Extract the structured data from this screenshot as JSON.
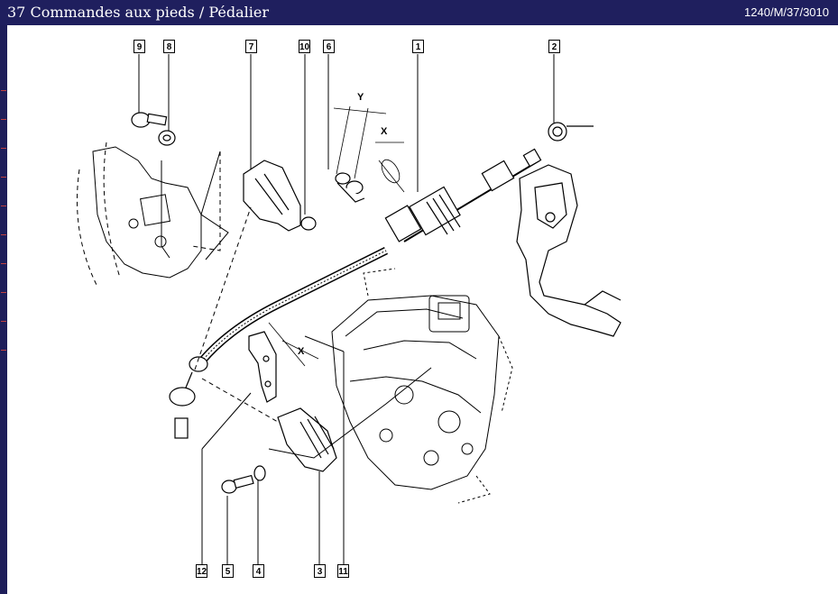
{
  "window": {
    "title": "37 Commandes aux pieds / Pédalier",
    "reference": "1240/M/37/3010"
  },
  "diagram": {
    "callouts": [
      {
        "id": "9",
        "label": "9"
      },
      {
        "id": "8",
        "label": "8"
      },
      {
        "id": "7",
        "label": "7"
      },
      {
        "id": "10",
        "label": "10"
      },
      {
        "id": "6",
        "label": "6"
      },
      {
        "id": "1",
        "label": "1"
      },
      {
        "id": "2",
        "label": "2"
      },
      {
        "id": "12",
        "label": "12"
      },
      {
        "id": "5",
        "label": "5"
      },
      {
        "id": "4",
        "label": "4"
      },
      {
        "id": "3",
        "label": "3"
      },
      {
        "id": "11",
        "label": "11"
      }
    ],
    "dimensions": {
      "y_top": "Y",
      "x_top": "X",
      "x_lower": "X"
    }
  },
  "colors": {
    "titlebar": "#1f1f5e",
    "title_text": "#ffffff",
    "drawing_bg": "#ffffff",
    "line": "#000000"
  }
}
